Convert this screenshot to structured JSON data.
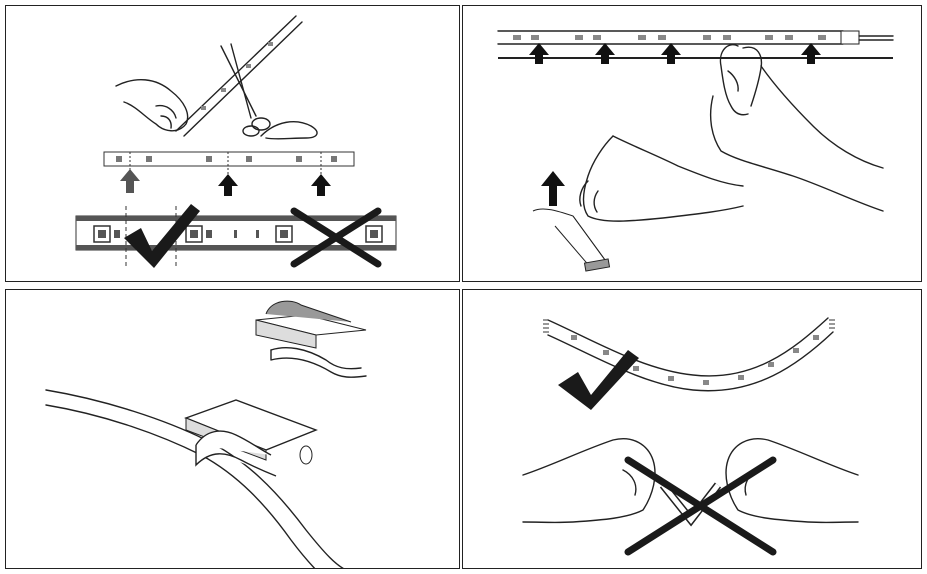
{
  "image": {
    "type": "instruction-illustration",
    "panels": [
      {
        "id": "cut-strip",
        "depicts": [
          "scissors-cutting-led-strip",
          "cut-marks",
          "correct-cut-check",
          "wrong-cut-cross"
        ]
      },
      {
        "id": "adhesive-backing",
        "depicts": [
          "strip-mounted-on-surface",
          "peel-backing-tape"
        ]
      },
      {
        "id": "mounting-clip",
        "depicts": [
          "adhesive-clip",
          "clip-holding-cable"
        ]
      },
      {
        "id": "bending",
        "depicts": [
          "gently-curved-strip-check",
          "sharp-fold-cross"
        ]
      }
    ],
    "colors": {
      "line": "#222222",
      "strip_dark": "#555555",
      "check": "#1a1a1a",
      "cross": "#1a1a1a",
      "tape": "#999999"
    }
  }
}
